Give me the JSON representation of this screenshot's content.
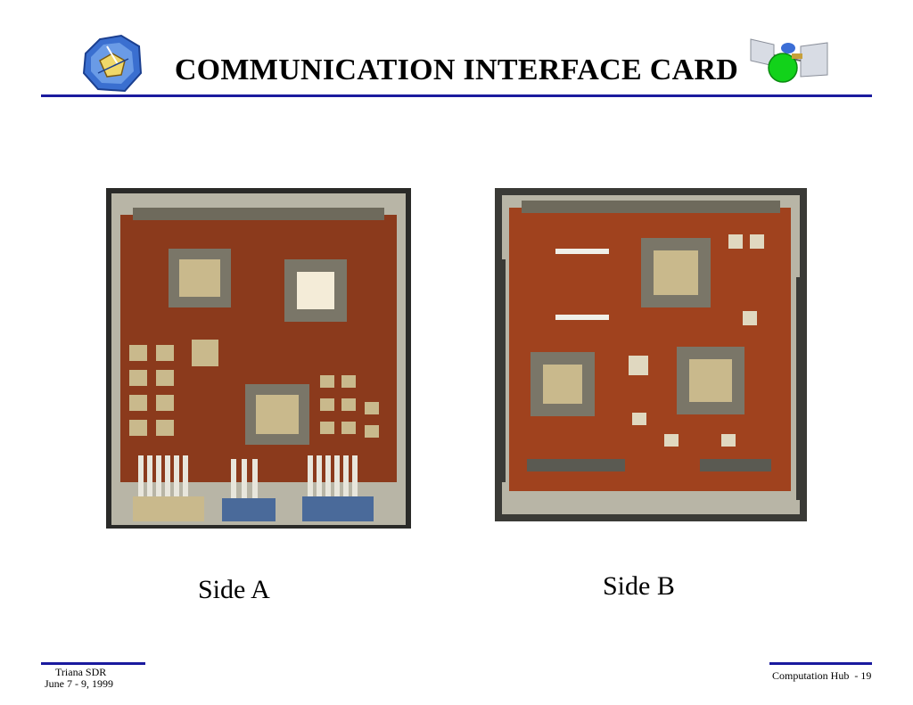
{
  "slide": {
    "title": "COMMUNICATION INTERFACE CARD",
    "caption_a": "Side A",
    "caption_b": "Side B"
  },
  "footer": {
    "left_line1": "Triana SDR",
    "left_line2": "June 7 - 9, 1999",
    "right": "Computation Hub  - 19"
  },
  "colors": {
    "rule": "#1a1a9e",
    "board": "#8b3a1c",
    "chip": "#c9b98c"
  }
}
